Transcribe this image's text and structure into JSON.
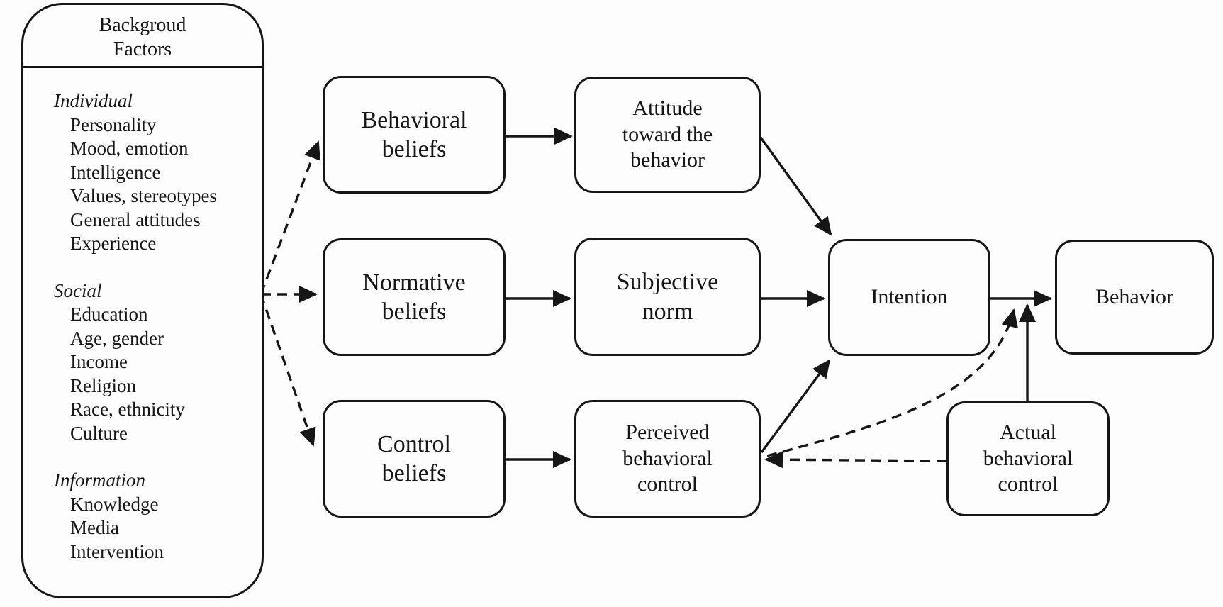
{
  "figure": {
    "type": "theory-of-planned-behavior-diagram",
    "colors": {
      "ink": "#161616",
      "background": "#fdfdfd"
    }
  },
  "background_panel": {
    "title": "Backgroud\nFactors",
    "groups": [
      {
        "label": "Individual",
        "items": [
          "Personality",
          "Mood, emotion",
          "Intelligence",
          "Values, stereotypes",
          "General attitudes",
          "Experience"
        ]
      },
      {
        "label": "Social",
        "items": [
          "Education",
          "Age, gender",
          "Income",
          "Religion",
          "Race, ethnicity",
          "Culture"
        ]
      },
      {
        "label": "Information",
        "items": [
          "Knowledge",
          "Media",
          "Intervention"
        ]
      }
    ]
  },
  "nodes": {
    "behavioral_beliefs": {
      "label": "Behavioral\nbeliefs"
    },
    "normative_beliefs": {
      "label": "Normative\nbeliefs"
    },
    "control_beliefs": {
      "label": "Control\nbeliefs"
    },
    "attitude": {
      "label": "Attitude\ntoward the\nbehavior"
    },
    "subjective_norm": {
      "label": "Subjective\nnorm"
    },
    "perceived_behavioral_control": {
      "label": "Perceived\nbehavioral\ncontrol"
    },
    "intention": {
      "label": "Intention"
    },
    "behavior": {
      "label": "Behavior"
    },
    "actual_behavioral_control": {
      "label": "Actual\nbehavioral\ncontrol"
    }
  },
  "edges": [
    {
      "from": "background-factors",
      "to": "behavioral-beliefs",
      "style": "dashed"
    },
    {
      "from": "background-factors",
      "to": "normative-beliefs",
      "style": "dashed"
    },
    {
      "from": "background-factors",
      "to": "control-beliefs",
      "style": "dashed"
    },
    {
      "from": "behavioral-beliefs",
      "to": "attitude-toward-the-behavior",
      "style": "solid"
    },
    {
      "from": "normative-beliefs",
      "to": "subjective-norm",
      "style": "solid"
    },
    {
      "from": "control-beliefs",
      "to": "perceived-behavioral-control",
      "style": "solid"
    },
    {
      "from": "attitude-toward-the-behavior",
      "to": "intention",
      "style": "solid"
    },
    {
      "from": "subjective-norm",
      "to": "intention",
      "style": "solid"
    },
    {
      "from": "perceived-behavioral-control",
      "to": "intention",
      "style": "solid"
    },
    {
      "from": "intention",
      "to": "behavior",
      "style": "solid"
    },
    {
      "from": "perceived-behavioral-control",
      "to": "intention-behavior-link",
      "style": "dashed"
    },
    {
      "from": "actual-behavioral-control",
      "to": "perceived-behavioral-control",
      "style": "dashed"
    },
    {
      "from": "actual-behavioral-control",
      "to": "intention-behavior-link",
      "style": "solid"
    }
  ]
}
